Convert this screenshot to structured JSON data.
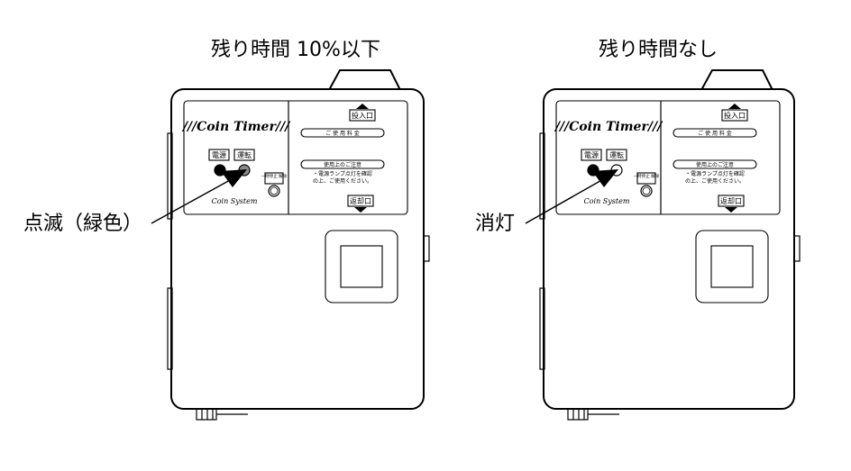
{
  "devices": [
    {
      "caption": "残り時間 10%以下",
      "brand": "Coin Timer",
      "brand_deco": "///",
      "power_label": "電源",
      "run_label": "運転",
      "stop_label": "一時停止\n解除",
      "system_label": "Coin System",
      "coin_in_label": "投入口",
      "fee_label": "ご 使 用 料 金",
      "notice_title": "使用上のご注意",
      "notice_line1": "・電源ランプ点灯を確認",
      "notice_line2": "の上、ご使用ください。",
      "return_label": "返却口",
      "callout": "点滅（緑色）",
      "run_lamp_color": "#8a8a8a"
    },
    {
      "caption": "残り時間なし",
      "brand": "Coin Timer",
      "brand_deco": "///",
      "power_label": "電源",
      "run_label": "運転",
      "stop_label": "一時停止\n解除",
      "system_label": "Coin System",
      "coin_in_label": "投入口",
      "fee_label": "ご 使 用 料 金",
      "notice_title": "使用上のご注意",
      "notice_line1": "・電源ランプ点灯を確認",
      "notice_line2": "の上、ご使用ください。",
      "return_label": "返却口",
      "callout": "消灯",
      "run_lamp_color": "#ffffff"
    }
  ]
}
